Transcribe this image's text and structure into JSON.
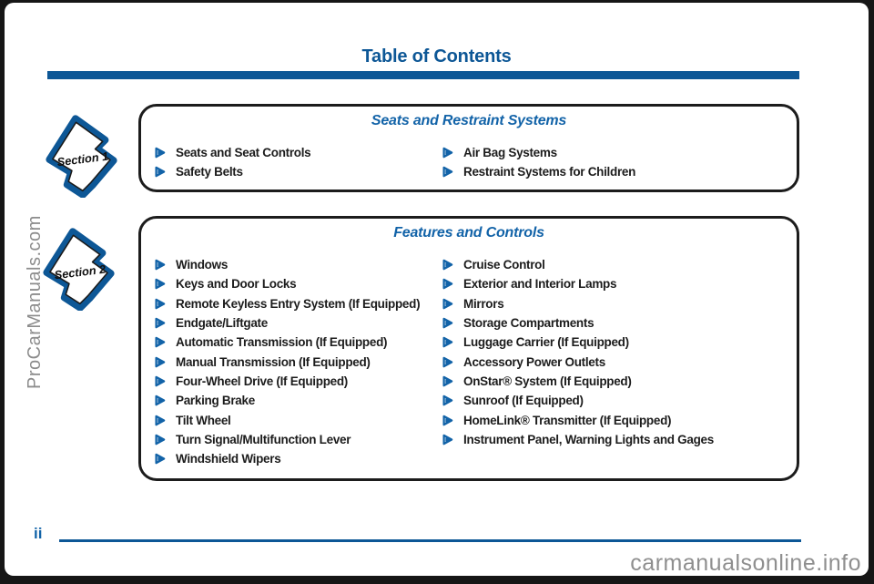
{
  "page": {
    "title": "Table of Contents",
    "page_number": "ii"
  },
  "colors": {
    "accent_blue": "#0d5796",
    "icon_blue": "#1263a8",
    "text_black": "#1c1c1c",
    "watermark_gray": "#8c8c8c"
  },
  "icons": {
    "list_item_marker": "play-triangle-icon",
    "section_badge": "arrow-badge-icon"
  },
  "sections": [
    {
      "badge": "Section 1",
      "heading": "Seats and Restraint Systems",
      "columns": [
        [
          "Seats and Seat Controls",
          "Safety Belts"
        ],
        [
          "Air Bag Systems",
          "Restraint Systems for Children"
        ]
      ]
    },
    {
      "badge": "Section 2",
      "heading": "Features and Controls",
      "columns": [
        [
          "Windows",
          "Keys and Door Locks",
          "Remote Keyless Entry System (If Equipped)",
          "Endgate/Liftgate",
          "Automatic Transmission (If Equipped)",
          "Manual Transmission (If Equipped)",
          "Four-Wheel Drive (If Equipped)",
          "Parking Brake",
          "Tilt Wheel",
          "Turn Signal/Multifunction Lever",
          "Windshield Wipers"
        ],
        [
          "Cruise Control",
          "Exterior and Interior Lamps",
          "Mirrors",
          "Storage Compartments",
          "Luggage Carrier (If Equipped)",
          "Accessory Power Outlets",
          "OnStar® System (If Equipped)",
          "Sunroof (If Equipped)",
          "HomeLink® Transmitter (If Equipped)",
          "Instrument Panel, Warning Lights and Gages"
        ]
      ]
    }
  ],
  "watermarks": {
    "left_vertical": "ProCarManuals.com",
    "bottom_right": "carmanualsonline.info"
  }
}
